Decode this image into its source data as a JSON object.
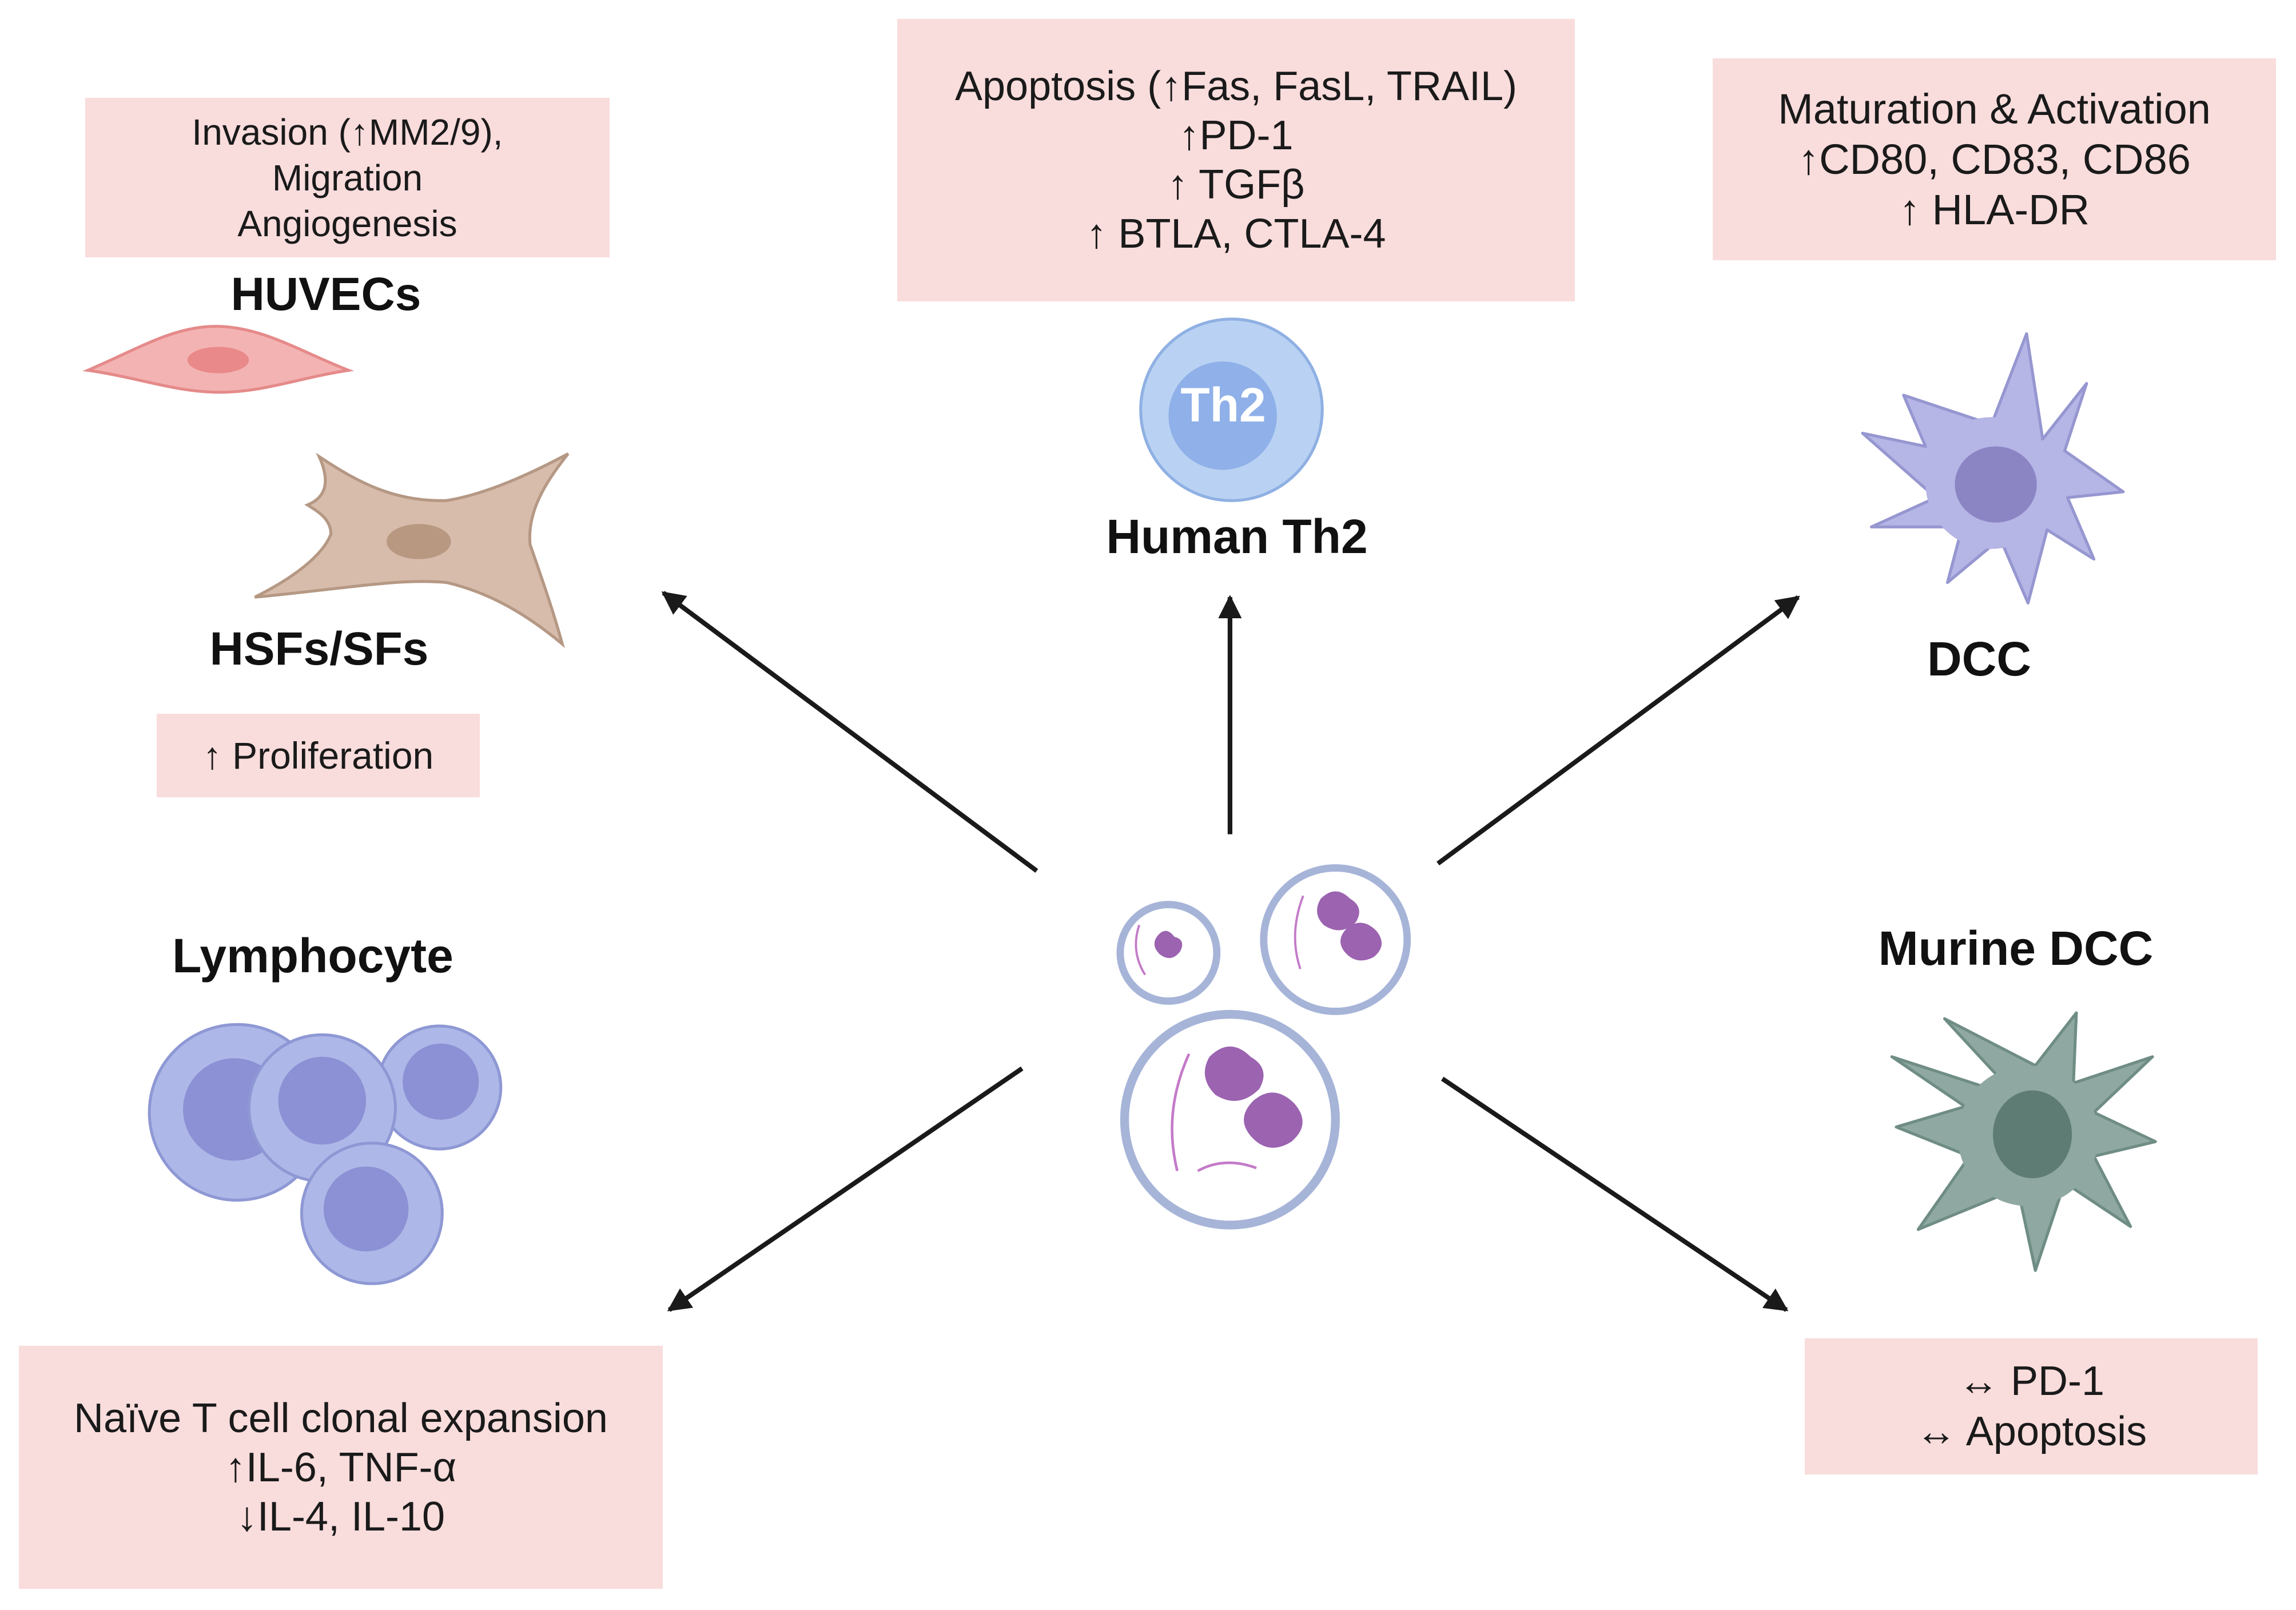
{
  "colors": {
    "box_fill": "#f9dcdc",
    "arrow": "#1a1a1a",
    "huvec": "#f2a9a9",
    "fibroblast": "#d6b7a6",
    "th2": "#a9c6ee",
    "dcc": "#b3b3e3",
    "lymphocyte": "#adb7e6",
    "murine_dcc": "#8aaaa2",
    "vesicle_cargo": "#9b63b0"
  },
  "labels": {
    "huvecs": "HUVECs",
    "hsfs": "HSFs/SFs",
    "human_th2": "Human Th2",
    "th2_badge": "Th2",
    "dcc": "DCC",
    "lymphocyte": "Lymphocyte",
    "murine_dcc": "Murine DCC"
  },
  "boxes": {
    "huvecs": [
      "Invasion (↑MM2/9),",
      "Migration",
      "Angiogenesis"
    ],
    "hsfs": [
      "↑ Proliferation"
    ],
    "th2": [
      "Apoptosis (↑Fas, FasL, TRAIL)",
      "↑PD-1",
      "↑ TGFβ",
      "↑ BTLA, CTLA-4"
    ],
    "dcc": [
      "Maturation & Activation",
      "↑CD80, CD83, CD86",
      "↑ HLA-DR"
    ],
    "lymphocyte": [
      "Naïve T cell clonal expansion",
      "↑IL-6, TNF-α",
      "↓IL-4, IL-10"
    ],
    "murine_dcc": [
      "↔ PD-1",
      "↔ Apoptosis"
    ]
  },
  "icons": {
    "center": "extracellular-vesicles-icon",
    "huvec": "endothelial-cell-icon",
    "fibroblast": "fibroblast-icon",
    "th2": "th2-cell-icon",
    "dcc": "dendritic-cell-icon",
    "lymphocyte": "lymphocyte-cluster-icon",
    "murine_dcc": "murine-dendritic-cell-icon"
  }
}
